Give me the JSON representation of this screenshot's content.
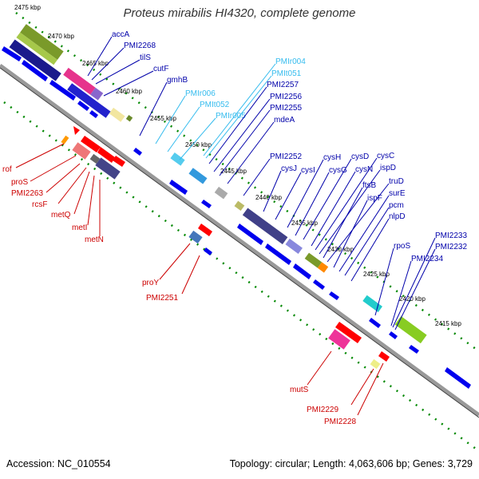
{
  "title": "Proteus mirabilis HI4320, complete genome",
  "footer": {
    "accession": "Accession: NC_010554",
    "stats": "Topology: circular; Length: 4,063,606 bp; Genes: 3,729"
  },
  "colors": {
    "background": "#ffffff",
    "backbone": "#888888",
    "gene_arrow": "#0000ee",
    "rna_arrow": "#ff0000",
    "dots": "#008800",
    "label_blue": "#0000aa",
    "label_cyan": "#33bbee",
    "label_red": "#cc0000"
  },
  "scale_labels": [
    "2475 kbp",
    "2470 kbp",
    "2465 kbp",
    "2460 kbp",
    "2455 kbp",
    "2450 kbp",
    "2445 kbp",
    "2440 kbp",
    "2435 kbp",
    "2430 kbp",
    "2425 kbp",
    "2420 kbp",
    "2415 kbp"
  ],
  "gene_labels_top": [
    {
      "text": "accA",
      "color": "blue"
    },
    {
      "text": "PMI2268",
      "color": "blue"
    },
    {
      "text": "tilS",
      "color": "blue"
    },
    {
      "text": "cutF",
      "color": "blue"
    },
    {
      "text": "gmhB",
      "color": "blue"
    },
    {
      "text": "PMIr006",
      "color": "cyan"
    },
    {
      "text": "PMIt052",
      "color": "cyan"
    },
    {
      "text": "PMIr005",
      "color": "cyan"
    },
    {
      "text": "PMIr004",
      "color": "cyan"
    },
    {
      "text": "PMIt051",
      "color": "cyan"
    },
    {
      "text": "PMI2257",
      "color": "blue"
    },
    {
      "text": "PMI2256",
      "color": "blue"
    },
    {
      "text": "PMI2255",
      "color": "blue"
    },
    {
      "text": "mdeA",
      "color": "blue"
    },
    {
      "text": "PMI2252",
      "color": "blue"
    },
    {
      "text": "cysJ",
      "color": "blue"
    },
    {
      "text": "cysI",
      "color": "blue"
    },
    {
      "text": "cysH",
      "color": "blue"
    },
    {
      "text": "cysG",
      "color": "blue"
    },
    {
      "text": "cysD",
      "color": "blue"
    },
    {
      "text": "cysN",
      "color": "blue"
    },
    {
      "text": "cysC",
      "color": "blue"
    },
    {
      "text": "ispD",
      "color": "blue"
    },
    {
      "text": "ftsB",
      "color": "blue"
    },
    {
      "text": "truD",
      "color": "blue"
    },
    {
      "text": "ispF",
      "color": "blue"
    },
    {
      "text": "surE",
      "color": "blue"
    },
    {
      "text": "pcm",
      "color": "blue"
    },
    {
      "text": "nlpD",
      "color": "blue"
    },
    {
      "text": "rpoS",
      "color": "blue"
    },
    {
      "text": "PMI2233",
      "color": "blue"
    },
    {
      "text": "PMI2232",
      "color": "blue"
    },
    {
      "text": "PMI2234",
      "color": "blue"
    }
  ],
  "gene_labels_bottom": [
    {
      "text": "rof"
    },
    {
      "text": "proS"
    },
    {
      "text": "PMI2263"
    },
    {
      "text": "rcsF"
    },
    {
      "text": "metQ"
    },
    {
      "text": "metI"
    },
    {
      "text": "metN"
    },
    {
      "text": "proY"
    },
    {
      "text": "PMI2251"
    },
    {
      "text": "mutS"
    },
    {
      "text": "PMI2229"
    },
    {
      "text": "PMI2228"
    }
  ]
}
